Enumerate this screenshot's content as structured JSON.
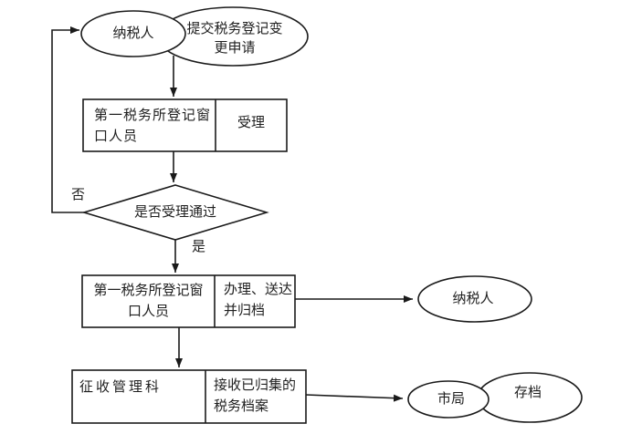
{
  "colors": {
    "stroke": "#1a1a1a",
    "text": "#1f1f1f",
    "background": "#ffffff"
  },
  "flowchart": {
    "start_taxpayer": "纳税人",
    "submit_application": "提交税务登记变\n更申请",
    "staff1_role": "第一税务所登记窗\n口人员",
    "staff1_action": "受理",
    "decision": "是否受理通过",
    "branch_no": "否",
    "branch_yes": "是",
    "staff2_role": "第一税务所登记窗\n口人员",
    "staff2_action": "办理、送达\n并归档",
    "end_taxpayer": "纳税人",
    "dept_role": "征收管理科",
    "dept_action": "接收已归集的\n税务档案",
    "city_bureau": "市局",
    "archive": "存档"
  }
}
